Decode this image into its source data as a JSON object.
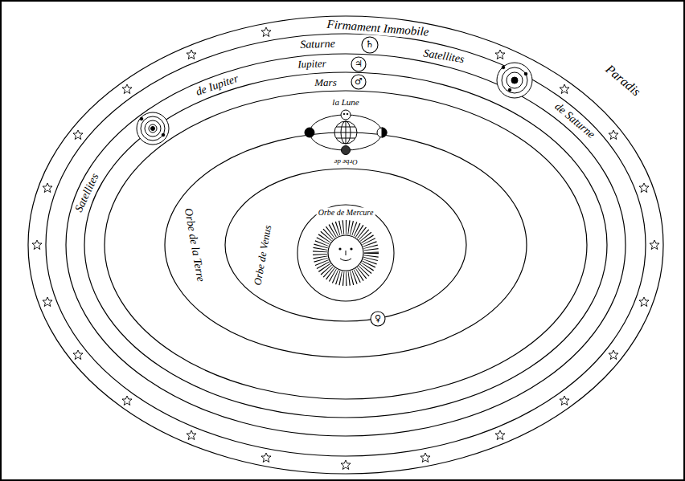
{
  "diagram": {
    "labels": [
      "Firmament Immobile",
      "Paradis",
      "Saturne",
      "♄",
      "Satellites",
      "de Saturne",
      "Iupiter",
      "♃",
      "Mars",
      "♂",
      "de Iupiter",
      "Satellites",
      "la Lune",
      "Orbe de",
      "Orbe de la Terre",
      "Orbe de Mercure",
      "Orbe de Venus",
      "♀"
    ]
  }
}
